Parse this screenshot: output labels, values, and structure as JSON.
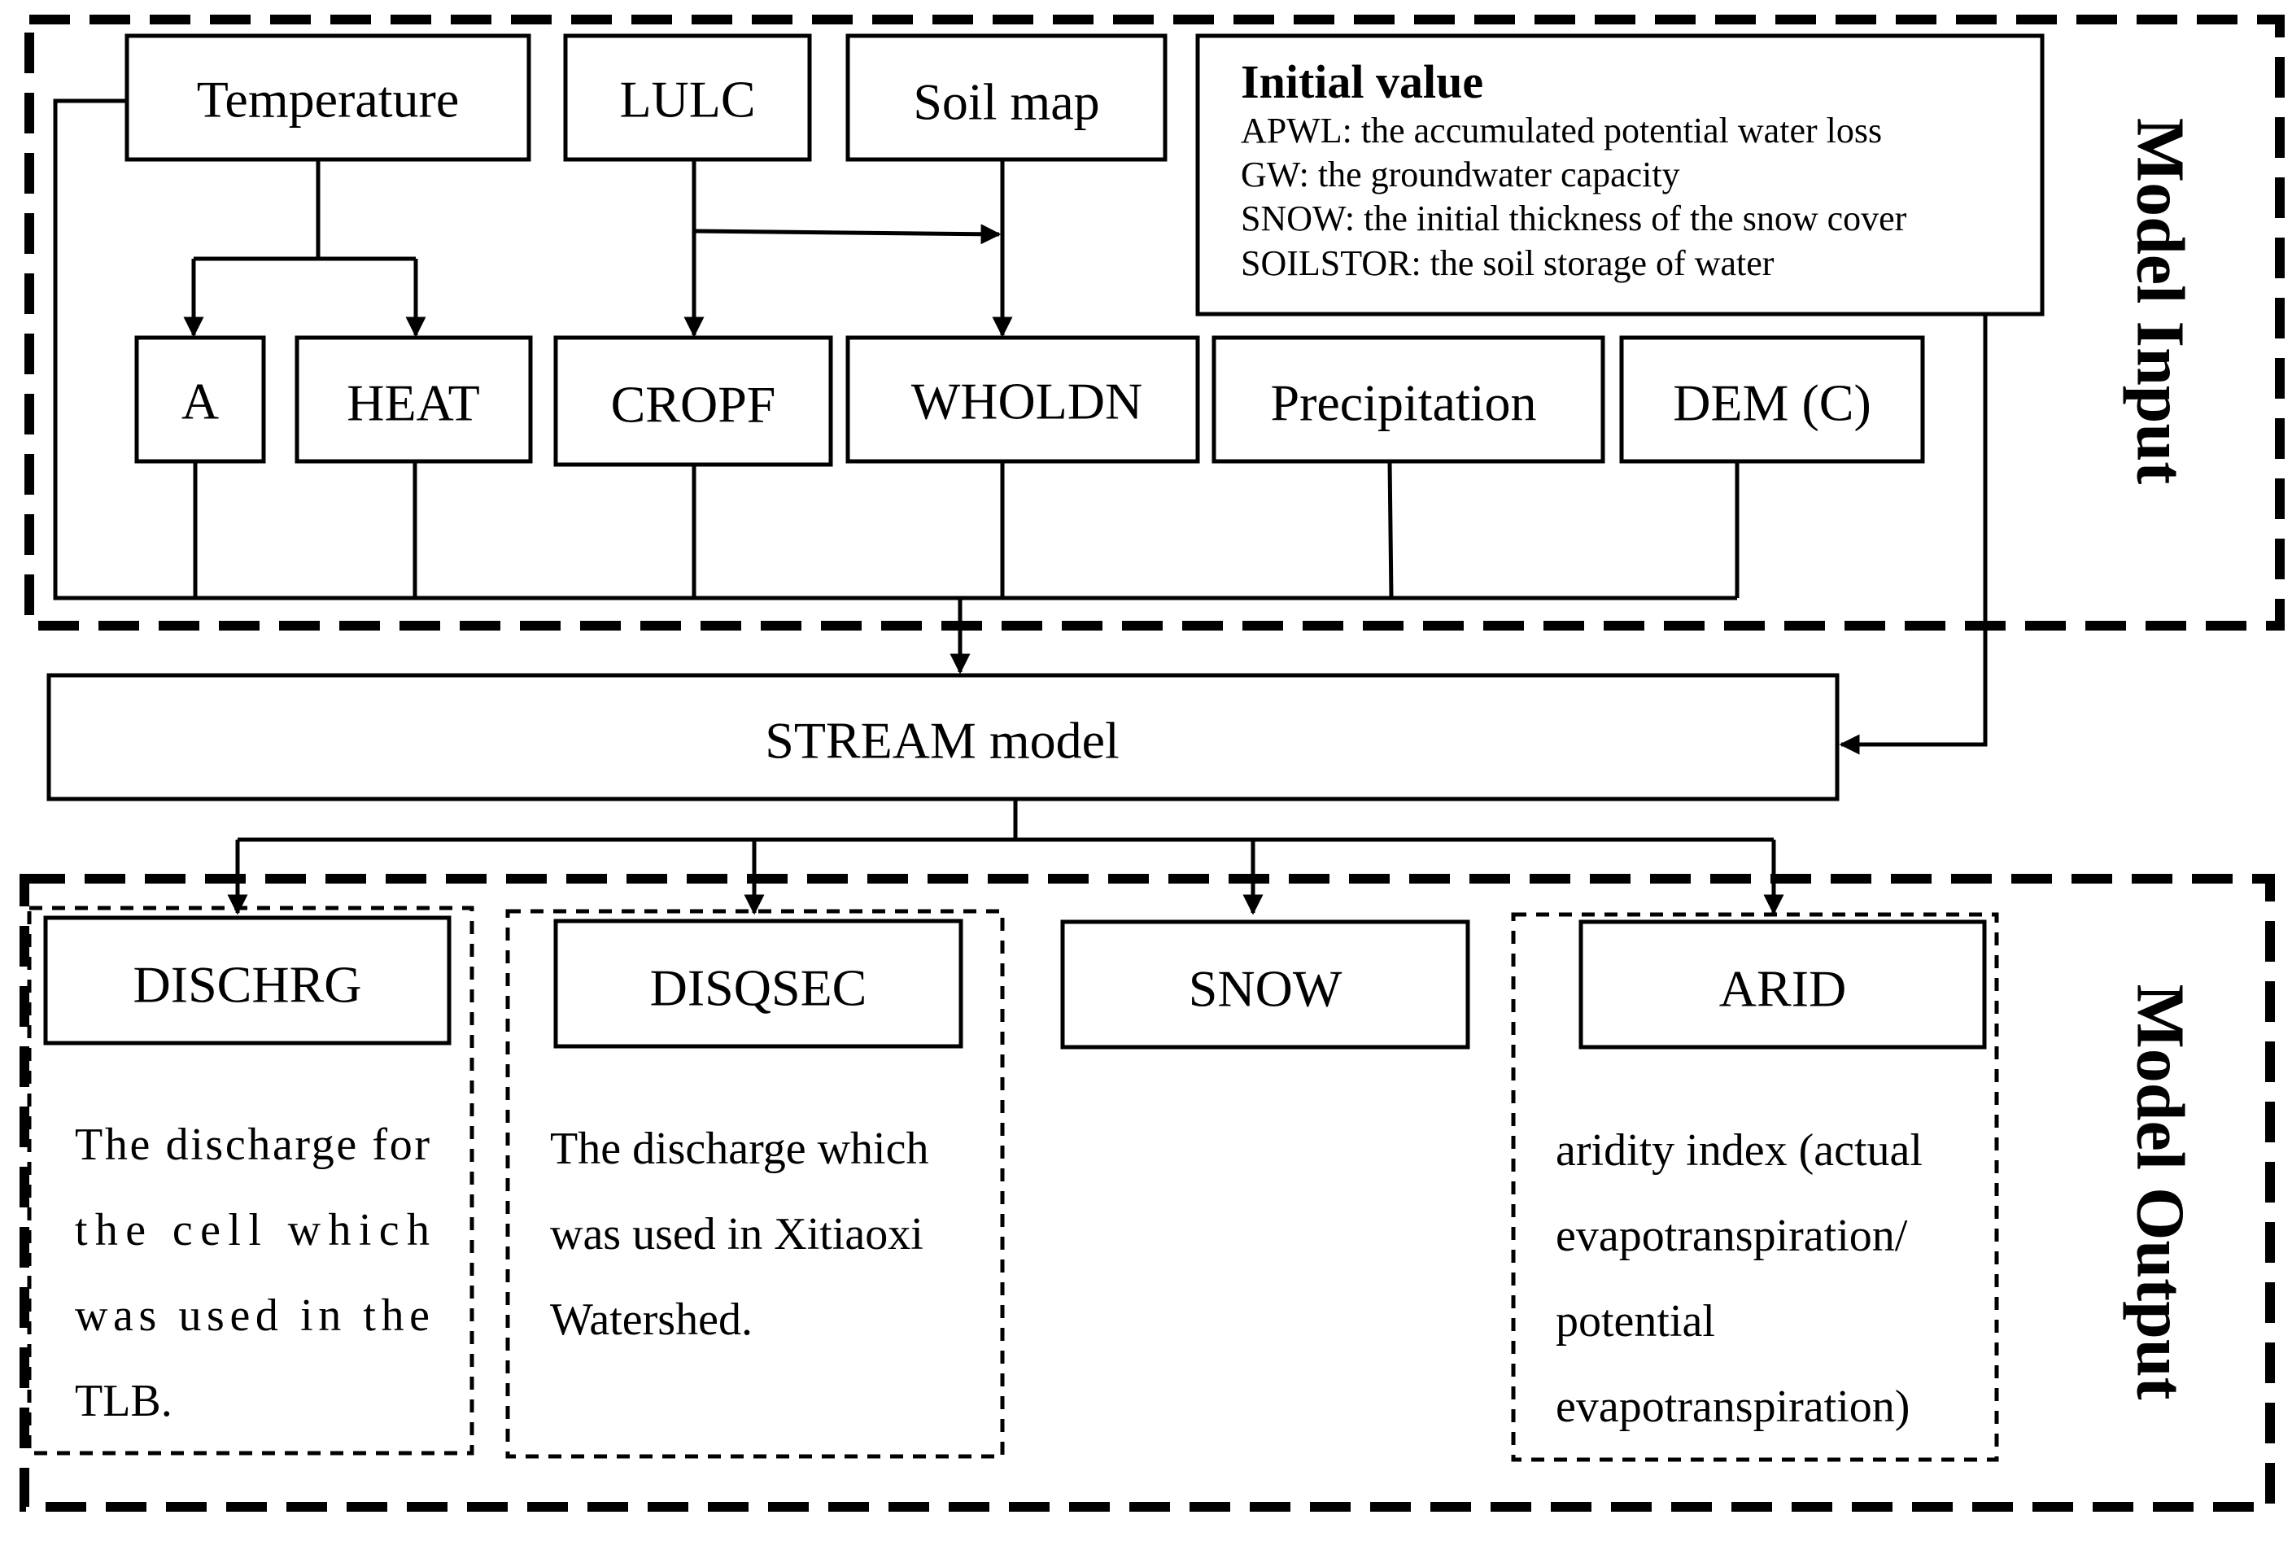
{
  "model_input": {
    "title": "Model Input",
    "sources": {
      "temperature": "Temperature",
      "lulc": "LULC",
      "soil_map": "Soil map"
    },
    "initial_value": {
      "title": "Initial value",
      "lines": [
        "APWL: the accumulated potential water loss",
        "GW: the groundwater capacity",
        "SNOW: the initial thickness of the snow cover",
        "SOILSTOR: the soil storage of water"
      ]
    },
    "derived": {
      "a": "A",
      "heat": "HEAT",
      "cropf": "CROPF",
      "wholdn": "WHOLDN",
      "precipitation": "Precipitation",
      "dem": "DEM (C)"
    }
  },
  "model": {
    "label": "STREAM model"
  },
  "model_output": {
    "title": "Model Output",
    "outputs": {
      "dischrg": {
        "label": "DISCHRG",
        "description": [
          "The discharge for",
          "the cell which",
          "was used in the",
          "TLB."
        ]
      },
      "disqsec": {
        "label": "DISQSEC",
        "description": [
          "The discharge which",
          "was used in Xitiaoxi",
          "Watershed."
        ]
      },
      "snow": {
        "label": "SNOW"
      },
      "arid": {
        "label": "ARID",
        "description": [
          "aridity index (actual",
          "evapotranspiration/",
          "potential",
          "evapotranspiration)"
        ]
      }
    }
  }
}
